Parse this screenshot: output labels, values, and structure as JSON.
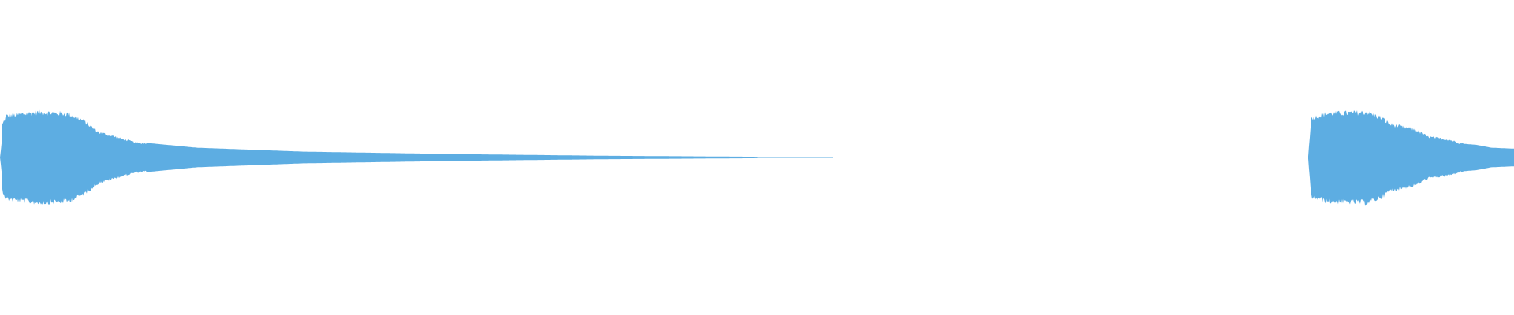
{
  "waveform": {
    "color": "#5dade2",
    "background": "#ffffff",
    "clips": [
      {
        "name": "clip-1",
        "envelope": [
          [
            0.0,
            0.0
          ],
          [
            0.001,
            0.25
          ],
          [
            0.0015,
            0.7
          ],
          [
            0.004,
            0.9
          ],
          [
            0.025,
            0.98
          ],
          [
            0.045,
            0.95
          ],
          [
            0.055,
            0.8
          ],
          [
            0.065,
            0.55
          ],
          [
            0.09,
            0.32
          ],
          [
            0.13,
            0.2
          ],
          [
            0.2,
            0.12
          ],
          [
            0.3,
            0.07
          ],
          [
            0.4,
            0.035
          ],
          [
            0.5,
            0.015
          ],
          [
            0.5,
            0.004
          ],
          [
            0.55,
            0.004
          ],
          [
            0.55,
            0.0
          ]
        ]
      },
      {
        "name": "clip-2",
        "envelope": [
          [
            0.864,
            0.0
          ],
          [
            0.8645,
            0.2
          ],
          [
            0.866,
            0.85
          ],
          [
            0.876,
            0.95
          ],
          [
            0.903,
            0.98
          ],
          [
            0.913,
            0.85
          ],
          [
            0.918,
            0.72
          ],
          [
            0.935,
            0.6
          ],
          [
            0.943,
            0.45
          ],
          [
            0.958,
            0.38
          ],
          [
            0.967,
            0.28
          ],
          [
            0.975,
            0.26
          ],
          [
            0.985,
            0.2
          ],
          [
            1.0,
            0.18
          ]
        ]
      }
    ]
  }
}
